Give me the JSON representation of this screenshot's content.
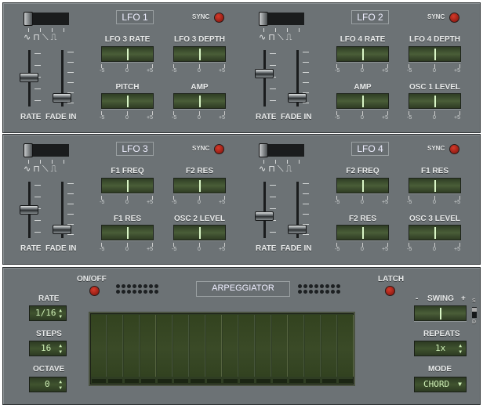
{
  "lfos": [
    {
      "title": "LFO 1",
      "sync": "SYNC",
      "knobs": [
        "LFO 3 RATE",
        "LFO 3 DEPTH",
        "PITCH",
        "AMP"
      ],
      "rate": 0.5,
      "fade": 0.1,
      "wave_index": 0
    },
    {
      "title": "LFO 2",
      "sync": "SYNC",
      "knobs": [
        "LFO 4 RATE",
        "LFO 4 DEPTH",
        "AMP",
        "OSC 1 LEVEL"
      ],
      "rate": 0.57,
      "fade": 0.1,
      "wave_index": 0
    },
    {
      "title": "LFO 3",
      "sync": "SYNC",
      "knobs": [
        "F1 FREQ",
        "F2 RES",
        "F1 RES",
        "OSC 2 LEVEL"
      ],
      "rate": 0.48,
      "fade": 0.1,
      "wave_index": 0
    },
    {
      "title": "LFO 4",
      "sync": "SYNC",
      "knobs": [
        "F2 FREQ",
        "F1 RES",
        "F2 RES",
        "OSC 3 LEVEL"
      ],
      "rate": 0.37,
      "fade": 0.1,
      "wave_index": 0
    }
  ],
  "scale": {
    "min": "-5",
    "mid": "0",
    "max": "+5"
  },
  "rate_label": "RATE",
  "fade_label": "FADE IN",
  "waves": "∿⊓⊓⟍⎍",
  "arp": {
    "title": "ARPEGGIATOR",
    "onoff": "ON/OFF",
    "latch": "LATCH",
    "rate_label": "RATE",
    "rate_value": "1/16",
    "steps_label": "STEPS",
    "steps_value": "16",
    "octave_label": "OCTAVE",
    "octave_value": "0",
    "swing_minus": "-",
    "swing_label": "SWING",
    "swing_plus": "+",
    "switch_s": "S",
    "switch_d": "D",
    "repeats_label": "REPEATS",
    "repeats_value": "1x",
    "mode_label": "MODE",
    "mode_value": "CHORD",
    "steps_count": 16
  }
}
